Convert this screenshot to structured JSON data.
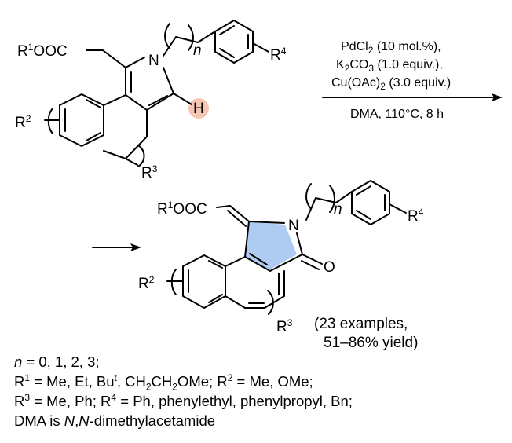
{
  "scheme": {
    "reactant": {
      "ester_label": "R",
      "ester_label_sup": "1",
      "ester_label_rest": "OOC",
      "n_label": "N",
      "h_label": "H",
      "chain_index": "n",
      "r4_label": "R",
      "r4_sup": "4",
      "r2_label": "R",
      "r2_sup": "2",
      "r3_label": "R",
      "r3_sup": "3"
    },
    "conditions": {
      "line1_main": "PdCl",
      "line1_sub": "2",
      "line1_rest": " (10 mol.%),",
      "line2_a": "K",
      "line2_sub1": "2",
      "line2_b": "CO",
      "line2_sub2": "3",
      "line2_rest": " (1.0 equiv.),",
      "line3_main": "Cu(OAc)",
      "line3_sub": "2",
      "line3_rest": " (3.0 equiv.)",
      "below_arrow": "DMA, 110°C, 8 h"
    },
    "product": {
      "ester_label": "R",
      "ester_label_sup": "1",
      "ester_label_rest": "OOC",
      "n_label": "N",
      "o_label": "O",
      "chain_index": "n",
      "r4_label": "R",
      "r4_sup": "4",
      "r2_label": "R",
      "r2_sup": "2",
      "r3_label": "R",
      "r3_sup": "3",
      "examples": "(23 examples,",
      "yield": "51–86% yield)"
    },
    "colors": {
      "h_highlight": "#f6c6b4",
      "ring_highlight": "#aecbf2"
    }
  },
  "legend": {
    "n_symbol": "n",
    "n_values": " = 0, 1, 2, 3;",
    "r1_symbol": "R",
    "r1_sup": "1",
    "r1_values_a": " =  Me, Et, Bu",
    "r1_values_sup": "t",
    "r1_values_b": ", CH",
    "r1_values_sub1": "2",
    "r1_values_c": "CH",
    "r1_values_sub2": "2",
    "r1_values_d": "OMe; ",
    "r2_symbol": "R",
    "r2_sup": "2",
    "r2_values": " = Me, OMe;",
    "r3_symbol": "R",
    "r3_sup": "3",
    "r3_values": " = Me, Ph; ",
    "r4_symbol": "R",
    "r4_sup": "4",
    "r4_values": " = Ph, phenylethyl, phenylpropyl, Bn;",
    "dma_a": "DMA is ",
    "dma_n1": "N",
    "dma_comma": ",",
    "dma_n2": "N",
    "dma_b": "-dimethylacetamide"
  }
}
